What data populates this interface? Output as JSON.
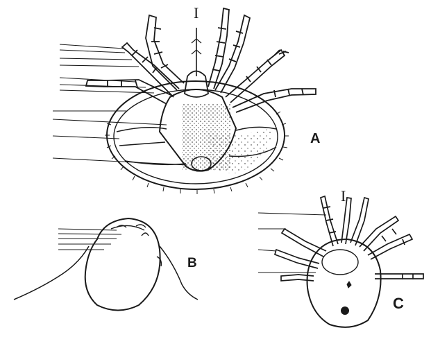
{
  "figure": {
    "panel_labels": {
      "a": "A",
      "b": "B",
      "c": "C"
    },
    "mouthpart_marks": {
      "a": "I",
      "c": "I"
    },
    "ink_color": "#1a1a1a",
    "paper_color": "#ffffff"
  }
}
